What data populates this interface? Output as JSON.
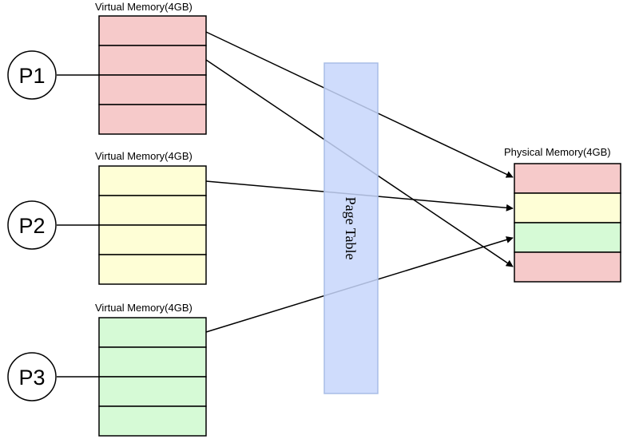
{
  "colors": {
    "pink": "#f6caca",
    "yellow": "#fefed6",
    "green": "#d6fad6",
    "page_table": "#c7d6fb"
  },
  "processes": [
    {
      "label": "P1",
      "memory_label": "Virtual Memory(4GB)",
      "color": "#f6caca"
    },
    {
      "label": "P2",
      "memory_label": "Virtual Memory(4GB)",
      "color": "#fefed6"
    },
    {
      "label": "P3",
      "memory_label": "Virtual Memory(4GB)",
      "color": "#d6fad6"
    }
  ],
  "page_table": {
    "label": "Page Table"
  },
  "physical_memory": {
    "label": "Physical Memory(4GB)",
    "frame_colors": [
      "#f6caca",
      "#fefed6",
      "#d6fad6",
      "#f6caca"
    ]
  }
}
